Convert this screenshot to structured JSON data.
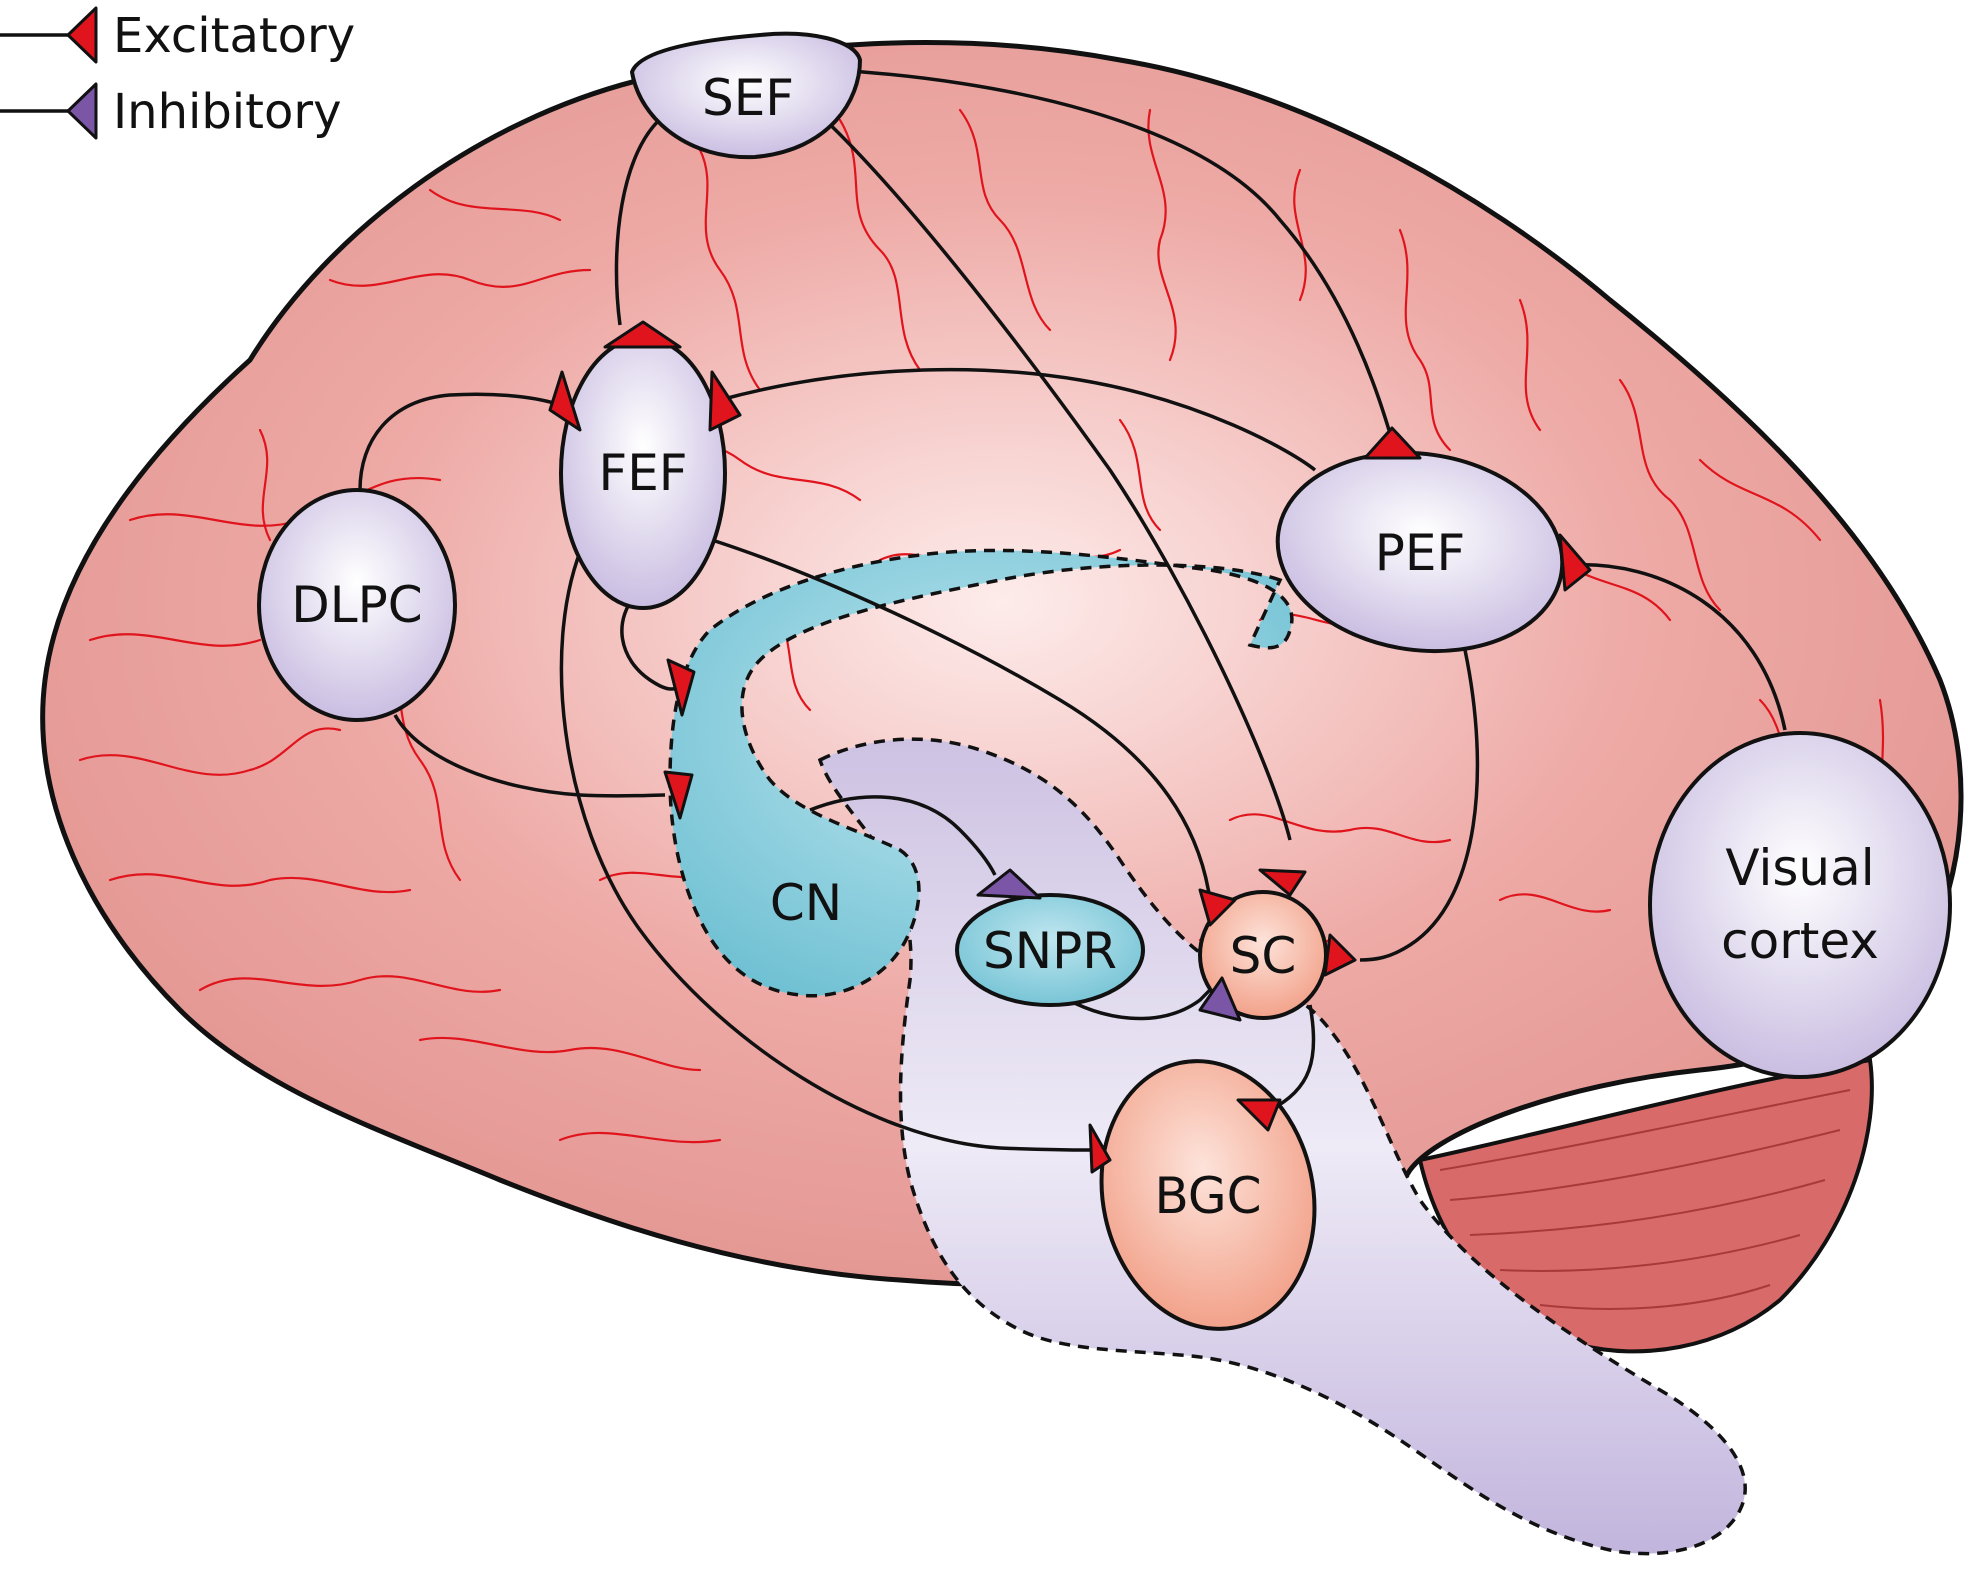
{
  "legend": {
    "excitatory": "Excitatory",
    "inhibitory": "Inhibitory"
  },
  "nodes": {
    "sef": "SEF",
    "fef": "FEF",
    "dlpc": "DLPC",
    "pef": "PEF",
    "cn": "CN",
    "snpr": "SNPR",
    "sc": "SC",
    "bgc": "BGC",
    "visual_cortex_line1": "Visual",
    "visual_cortex_line2": "cortex"
  },
  "colors": {
    "cortex": "#e89a96",
    "cortex_highlight": "#fbe6e4",
    "sulci": "#e0141c",
    "cortical_node": "#d6cce6",
    "caudate": "#7fc9d9",
    "brainstem": "#c8bde0",
    "subcortical_node": "#f5ad95",
    "cerebellum": "#d96a6a",
    "excitatory": "#e0141c",
    "inhibitory": "#7b55a6",
    "outline": "#111111"
  }
}
